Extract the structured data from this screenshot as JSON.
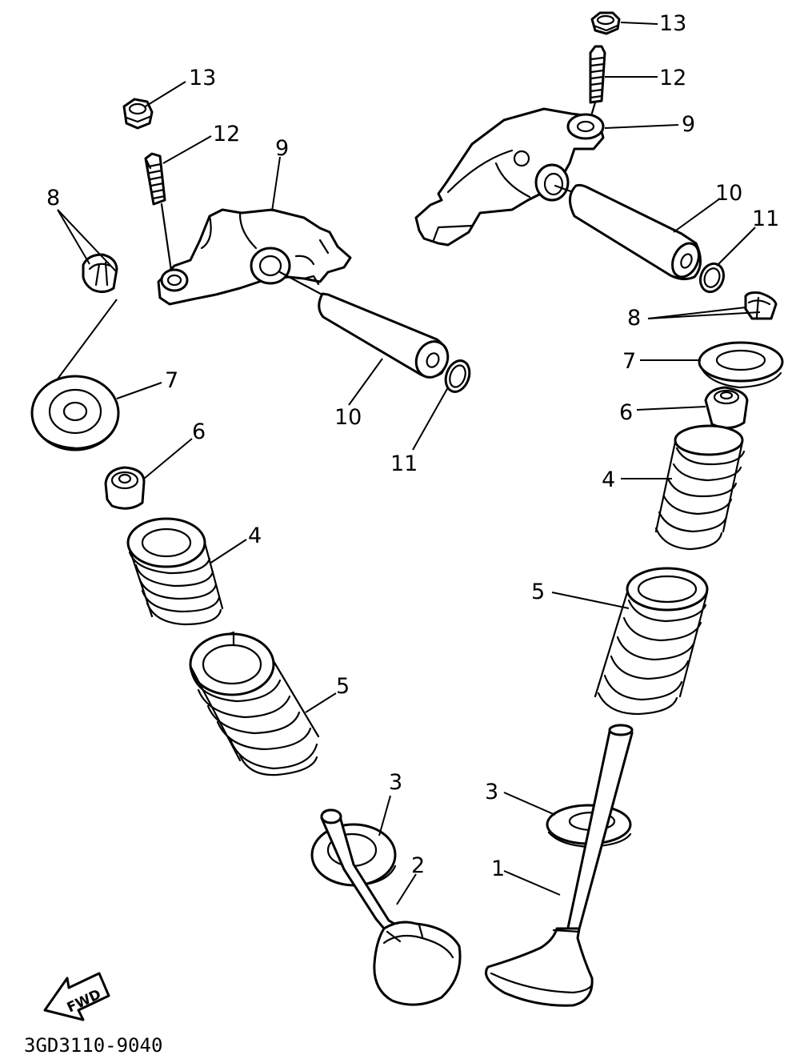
{
  "diagram_code": "3GD3110-9040",
  "fwd_label": "FWD",
  "callouts": {
    "c1": "1",
    "c2": "2",
    "c3a": "3",
    "c3b": "3",
    "c4a": "4",
    "c4b": "4",
    "c5a": "5",
    "c5b": "5",
    "c6a": "6",
    "c6b": "6",
    "c7a": "7",
    "c7b": "7",
    "c8a": "8",
    "c8b": "8",
    "c9a": "9",
    "c9b": "9",
    "c10a": "10",
    "c10b": "10",
    "c11a": "11",
    "c11b": "11",
    "c12a": "12",
    "c12b": "12",
    "c13a": "13",
    "c13b": "13"
  }
}
